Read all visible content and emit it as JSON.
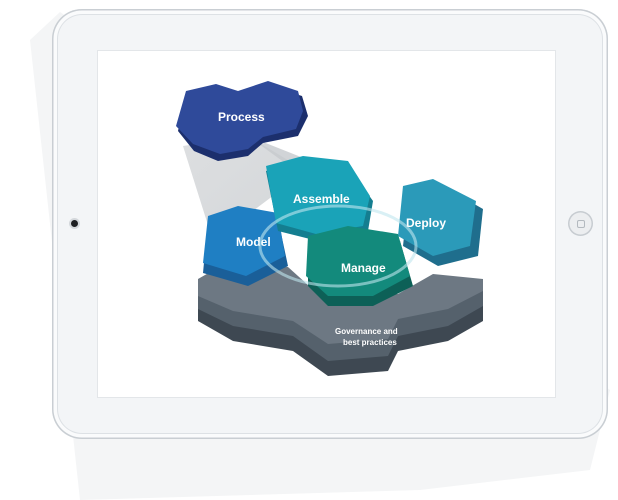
{
  "diagram": {
    "process_label": "Process",
    "hexes": {
      "assemble": "Assemble",
      "model": "Model",
      "deploy": "Deploy",
      "manage": "Manage"
    },
    "base_label_line1": "Governance and",
    "base_label_line2": "best practices"
  },
  "colors": {
    "process": "#2f4a9a",
    "assemble": "#1aa3b8",
    "model": "#1f7fc3",
    "deploy": "#2b9ab9",
    "manage": "#138a7c",
    "base": "#4a5661"
  },
  "icons": {
    "camera": "camera-icon",
    "home_button": "home-button-icon"
  }
}
